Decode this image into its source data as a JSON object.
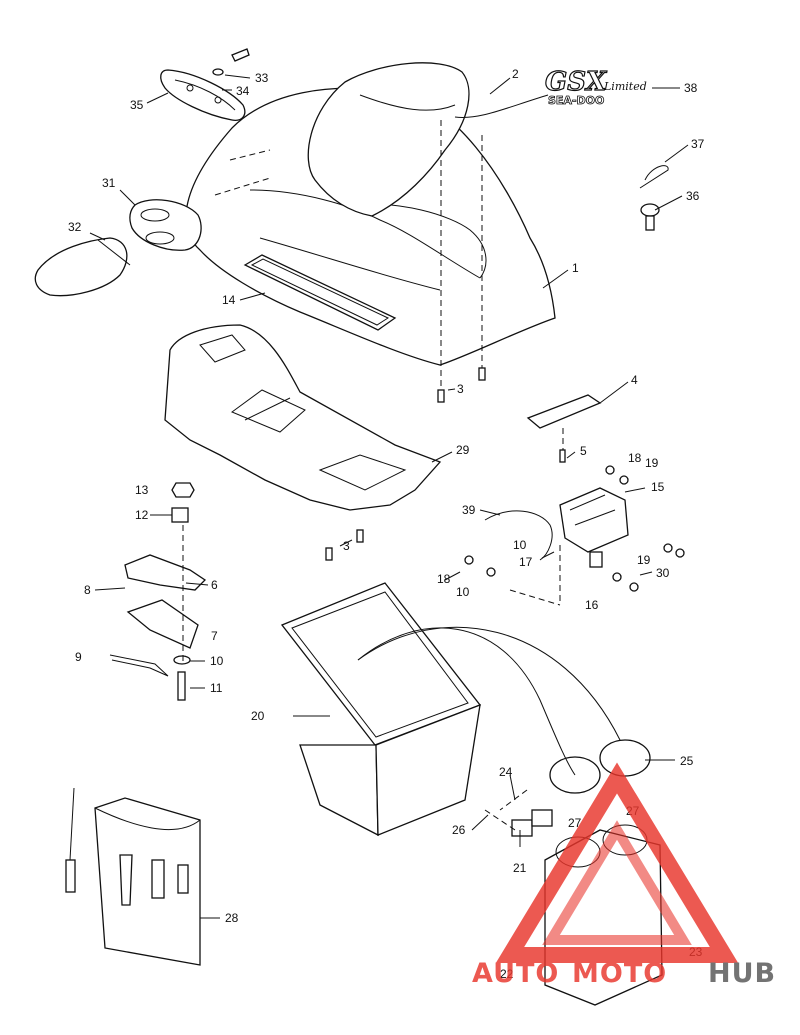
{
  "callouts": [
    {
      "id": "c1",
      "label": "1"
    },
    {
      "id": "c2",
      "label": "2"
    },
    {
      "id": "c3a",
      "label": "3"
    },
    {
      "id": "c3b",
      "label": "3"
    },
    {
      "id": "c4",
      "label": "4"
    },
    {
      "id": "c5",
      "label": "5"
    },
    {
      "id": "c6",
      "label": "6"
    },
    {
      "id": "c7",
      "label": "7"
    },
    {
      "id": "c8",
      "label": "8"
    },
    {
      "id": "c9",
      "label": "9"
    },
    {
      "id": "c10a",
      "label": "10"
    },
    {
      "id": "c10b",
      "label": "10"
    },
    {
      "id": "c10c",
      "label": "10"
    },
    {
      "id": "c11",
      "label": "11"
    },
    {
      "id": "c12",
      "label": "12"
    },
    {
      "id": "c13",
      "label": "13"
    },
    {
      "id": "c14",
      "label": "14"
    },
    {
      "id": "c15",
      "label": "15"
    },
    {
      "id": "c16",
      "label": "16"
    },
    {
      "id": "c17",
      "label": "17"
    },
    {
      "id": "c18a",
      "label": "18"
    },
    {
      "id": "c18b",
      "label": "18"
    },
    {
      "id": "c19a",
      "label": "19"
    },
    {
      "id": "c19b",
      "label": "19"
    },
    {
      "id": "c20",
      "label": "20"
    },
    {
      "id": "c21",
      "label": "21"
    },
    {
      "id": "c22",
      "label": "22"
    },
    {
      "id": "c23",
      "label": "23"
    },
    {
      "id": "c24",
      "label": "24"
    },
    {
      "id": "c25",
      "label": "25"
    },
    {
      "id": "c26",
      "label": "26"
    },
    {
      "id": "c27a",
      "label": "27"
    },
    {
      "id": "c27b",
      "label": "27"
    },
    {
      "id": "c28",
      "label": "28"
    },
    {
      "id": "c29",
      "label": "29"
    },
    {
      "id": "c30",
      "label": "30"
    },
    {
      "id": "c31",
      "label": "31"
    },
    {
      "id": "c32",
      "label": "32"
    },
    {
      "id": "c33",
      "label": "33"
    },
    {
      "id": "c34",
      "label": "34"
    },
    {
      "id": "c35",
      "label": "35"
    },
    {
      "id": "c36",
      "label": "36"
    },
    {
      "id": "c37",
      "label": "37"
    },
    {
      "id": "c38",
      "label": "38"
    },
    {
      "id": "c39",
      "label": "39"
    }
  ],
  "decal": {
    "logo": "GSX",
    "script": "Limited",
    "brand": "SEA-DOO"
  },
  "watermark": {
    "part1": "AUTO",
    "part2": "MOTO",
    "part3": "HUB",
    "color_red": "#e8352b",
    "color_dark": "#555555"
  }
}
